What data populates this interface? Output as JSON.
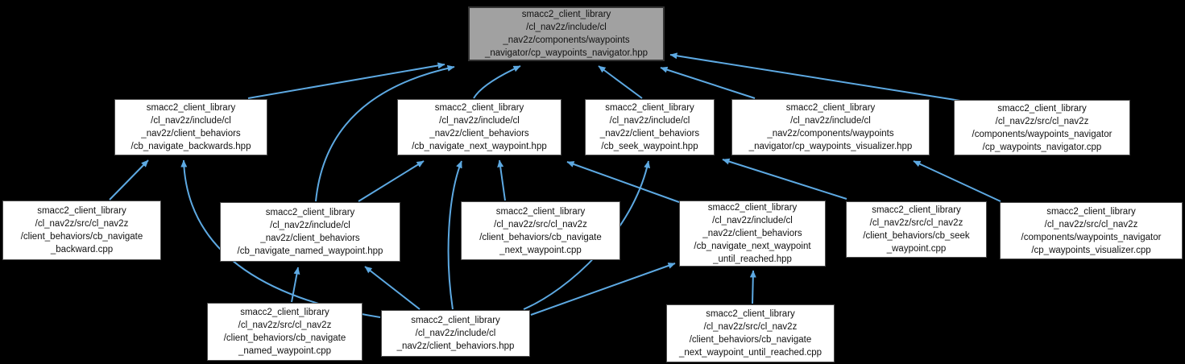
{
  "diagram": {
    "kind": "include-dependency-graph",
    "colors": {
      "background": "#000000",
      "edge": "#5da9e2",
      "node_fill": "#ffffff",
      "node_border": "#4d4d4d",
      "highlight_fill": "#a1a1a1",
      "highlight_border": "#333333",
      "text": "#111111"
    }
  },
  "nodes": [
    {
      "id": "cp_waypoints_navigator_hpp",
      "highlighted": true,
      "label": "smacc2_client_library\n/cl_nav2z/include/cl\n_nav2z/components/waypoints\n_navigator/cp_waypoints_navigator.hpp"
    },
    {
      "id": "cb_navigate_backwards_hpp",
      "highlighted": false,
      "label": "smacc2_client_library\n/cl_nav2z/include/cl\n_nav2z/client_behaviors\n/cb_navigate_backwards.hpp"
    },
    {
      "id": "cb_navigate_next_waypoint_hpp",
      "highlighted": false,
      "label": "smacc2_client_library\n/cl_nav2z/include/cl\n_nav2z/client_behaviors\n/cb_navigate_next_waypoint.hpp"
    },
    {
      "id": "cb_seek_waypoint_hpp",
      "highlighted": false,
      "label": "smacc2_client_library\n/cl_nav2z/include/cl\n_nav2z/client_behaviors\n/cb_seek_waypoint.hpp"
    },
    {
      "id": "cp_waypoints_visualizer_hpp",
      "highlighted": false,
      "label": "smacc2_client_library\n/cl_nav2z/include/cl\n_nav2z/components/waypoints\n_navigator/cp_waypoints_visualizer.hpp"
    },
    {
      "id": "cp_waypoints_navigator_cpp",
      "highlighted": false,
      "label": "smacc2_client_library\n/cl_nav2z/src/cl_nav2z\n/components/waypoints_navigator\n/cp_waypoints_navigator.cpp"
    },
    {
      "id": "cb_navigate_backward_cpp",
      "highlighted": false,
      "label": "smacc2_client_library\n/cl_nav2z/src/cl_nav2z\n/client_behaviors/cb_navigate\n_backward.cpp"
    },
    {
      "id": "cb_navigate_named_waypoint_hpp",
      "highlighted": false,
      "label": "smacc2_client_library\n/cl_nav2z/include/cl\n_nav2z/client_behaviors\n/cb_navigate_named_waypoint.hpp"
    },
    {
      "id": "cb_navigate_next_waypoint_cpp",
      "highlighted": false,
      "label": "smacc2_client_library\n/cl_nav2z/src/cl_nav2z\n/client_behaviors/cb_navigate\n_next_waypoint.cpp"
    },
    {
      "id": "cb_navigate_next_waypoint_until_reached_hpp",
      "highlighted": false,
      "label": "smacc2_client_library\n/cl_nav2z/include/cl\n_nav2z/client_behaviors\n/cb_navigate_next_waypoint\n_until_reached.hpp"
    },
    {
      "id": "cb_seek_waypoint_cpp",
      "highlighted": false,
      "label": "smacc2_client_library\n/cl_nav2z/src/cl_nav2z\n/client_behaviors/cb_seek\n_waypoint.cpp"
    },
    {
      "id": "cp_waypoints_visualizer_cpp",
      "highlighted": false,
      "label": "smacc2_client_library\n/cl_nav2z/src/cl_nav2z\n/components/waypoints_navigator\n/cp_waypoints_visualizer.cpp"
    },
    {
      "id": "cb_navigate_named_waypoint_cpp",
      "highlighted": false,
      "label": "smacc2_client_library\n/cl_nav2z/src/cl_nav2z\n/client_behaviors/cb_navigate\n_named_waypoint.cpp"
    },
    {
      "id": "client_behaviors_hpp",
      "highlighted": false,
      "label": "smacc2_client_library\n/cl_nav2z/include/cl\n_nav2z/client_behaviors.hpp"
    },
    {
      "id": "cb_navigate_next_waypoint_until_reached_cpp",
      "highlighted": false,
      "label": "smacc2_client_library\n/cl_nav2z/src/cl_nav2z\n/client_behaviors/cb_navigate\n_next_waypoint_until_reached.cpp"
    }
  ],
  "edges": [
    {
      "from": "cb_navigate_backwards_hpp",
      "to": "cp_waypoints_navigator_hpp"
    },
    {
      "from": "cb_navigate_named_waypoint_hpp",
      "to": "cp_waypoints_navigator_hpp"
    },
    {
      "from": "cb_navigate_next_waypoint_hpp",
      "to": "cp_waypoints_navigator_hpp"
    },
    {
      "from": "cb_seek_waypoint_hpp",
      "to": "cp_waypoints_navigator_hpp"
    },
    {
      "from": "cp_waypoints_visualizer_hpp",
      "to": "cp_waypoints_navigator_hpp"
    },
    {
      "from": "cp_waypoints_navigator_cpp",
      "to": "cp_waypoints_navigator_hpp"
    },
    {
      "from": "cb_navigate_backward_cpp",
      "to": "cb_navigate_backwards_hpp"
    },
    {
      "from": "client_behaviors_hpp",
      "to": "cb_navigate_backwards_hpp"
    },
    {
      "from": "cb_navigate_named_waypoint_hpp",
      "to": "cb_navigate_next_waypoint_hpp"
    },
    {
      "from": "cb_navigate_next_waypoint_cpp",
      "to": "cb_navigate_next_waypoint_hpp"
    },
    {
      "from": "cb_navigate_next_waypoint_until_reached_hpp",
      "to": "cb_navigate_next_waypoint_hpp"
    },
    {
      "from": "client_behaviors_hpp",
      "to": "cb_navigate_next_waypoint_hpp"
    },
    {
      "from": "client_behaviors_hpp",
      "to": "cb_seek_waypoint_hpp"
    },
    {
      "from": "cb_seek_waypoint_cpp",
      "to": "cb_seek_waypoint_hpp"
    },
    {
      "from": "cp_waypoints_visualizer_cpp",
      "to": "cp_waypoints_visualizer_hpp"
    },
    {
      "from": "cb_navigate_named_waypoint_cpp",
      "to": "cb_navigate_named_waypoint_hpp"
    },
    {
      "from": "client_behaviors_hpp",
      "to": "cb_navigate_named_waypoint_hpp"
    },
    {
      "from": "client_behaviors_hpp",
      "to": "cb_navigate_next_waypoint_until_reached_hpp"
    },
    {
      "from": "cb_navigate_next_waypoint_until_reached_cpp",
      "to": "cb_navigate_next_waypoint_until_reached_hpp"
    }
  ]
}
